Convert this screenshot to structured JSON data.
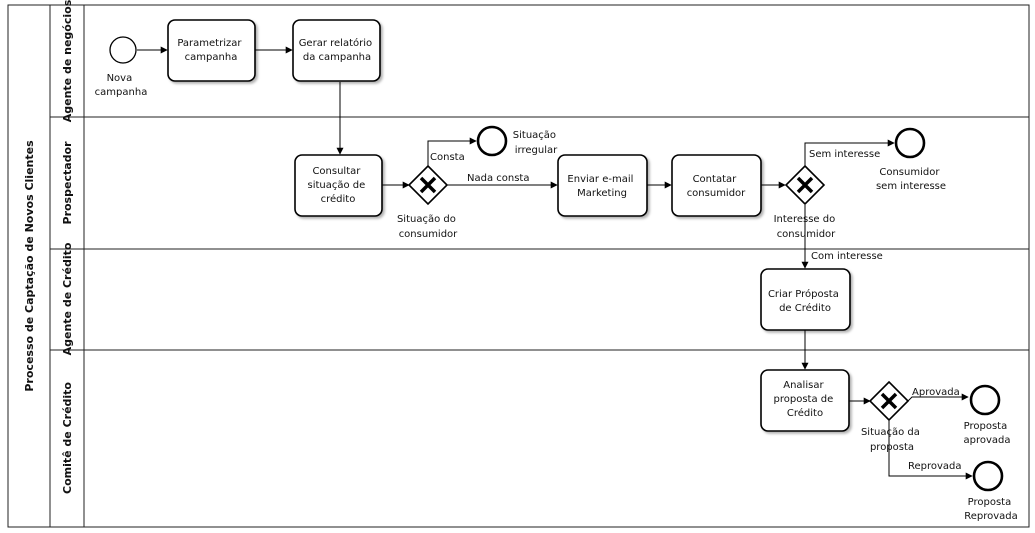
{
  "pool": {
    "title": "Processo de Captação de Novos Clientes"
  },
  "lanes": [
    {
      "id": "agente-negocios",
      "title": "Agente de negócios"
    },
    {
      "id": "prospectador",
      "title": "Prospectador"
    },
    {
      "id": "agente-credito",
      "title": "Agente de Crédito"
    },
    {
      "id": "comite-credito",
      "title": "Comitê de Crédito"
    }
  ],
  "tasks": {
    "parametrizar": [
      "Parametrizar",
      "campanha"
    ],
    "gerar": [
      "Gerar relatório",
      "da campanha"
    ],
    "consultar": [
      "Consultar",
      "situação de",
      "crédito"
    ],
    "enviar": [
      "Enviar e-mail",
      "Marketing"
    ],
    "contatar": [
      "Contatar",
      "consumidor"
    ],
    "criar": [
      "Criar Próposta",
      "de Crédito"
    ],
    "analisar": [
      "Analisar",
      "proposta de",
      "Crédito"
    ]
  },
  "events": {
    "nova_campanha": [
      "Nova",
      "campanha"
    ],
    "situacao_irregular": [
      "Situação",
      "irregular"
    ],
    "consumidor_sem_interesse": [
      "Consumidor",
      "sem interesse"
    ],
    "proposta_aprovada": [
      "Proposta",
      "aprovada"
    ],
    "proposta_reprovada": [
      "Proposta",
      "Reprovada"
    ]
  },
  "gateways": {
    "situacao_consumidor": [
      "Situação do",
      "consumidor"
    ],
    "interesse_consumidor": [
      "Interesse do",
      "consumidor"
    ],
    "situacao_proposta": [
      "Situação da",
      "proposta"
    ]
  },
  "flow_labels": {
    "consta": "Consta",
    "nada_consta": "Nada consta",
    "sem_interesse": "Sem interesse",
    "com_interesse": "Com interesse",
    "aprovada": "Aprovada",
    "reprovada": "Reprovada"
  }
}
